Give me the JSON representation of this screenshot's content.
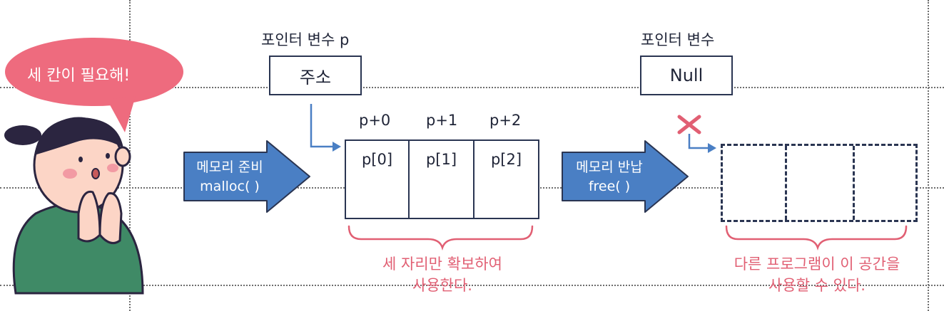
{
  "speech": {
    "text": "세 칸이 필요해!"
  },
  "left_section": {
    "pointer_label": "포인터 변수 p",
    "pointer_value": "주소",
    "arrow_lines": [
      "메모리 준비",
      "malloc( )"
    ],
    "offsets": [
      "p+0",
      "p+1",
      "p+2"
    ],
    "cells": [
      "p[0]",
      "p[1]",
      "p[2]"
    ],
    "note_lines": [
      "세 자리만 확보하여",
      "사용한다."
    ]
  },
  "right_section": {
    "pointer_label": "포인터 변수",
    "pointer_value": "Null",
    "arrow_lines": [
      "메모리 반납",
      "free( )"
    ],
    "note_lines": [
      "다른 프로그램이 이 공간을",
      "사용할 수 있다."
    ]
  },
  "colors": {
    "arrow_fill": "#4a7fc4",
    "bubble": "#ee6b7e",
    "accent_text": "#e15f73",
    "line": "#2a3552",
    "skin": "#fcd5c6",
    "shirt": "#3f8a66",
    "hair": "#2b2540"
  }
}
